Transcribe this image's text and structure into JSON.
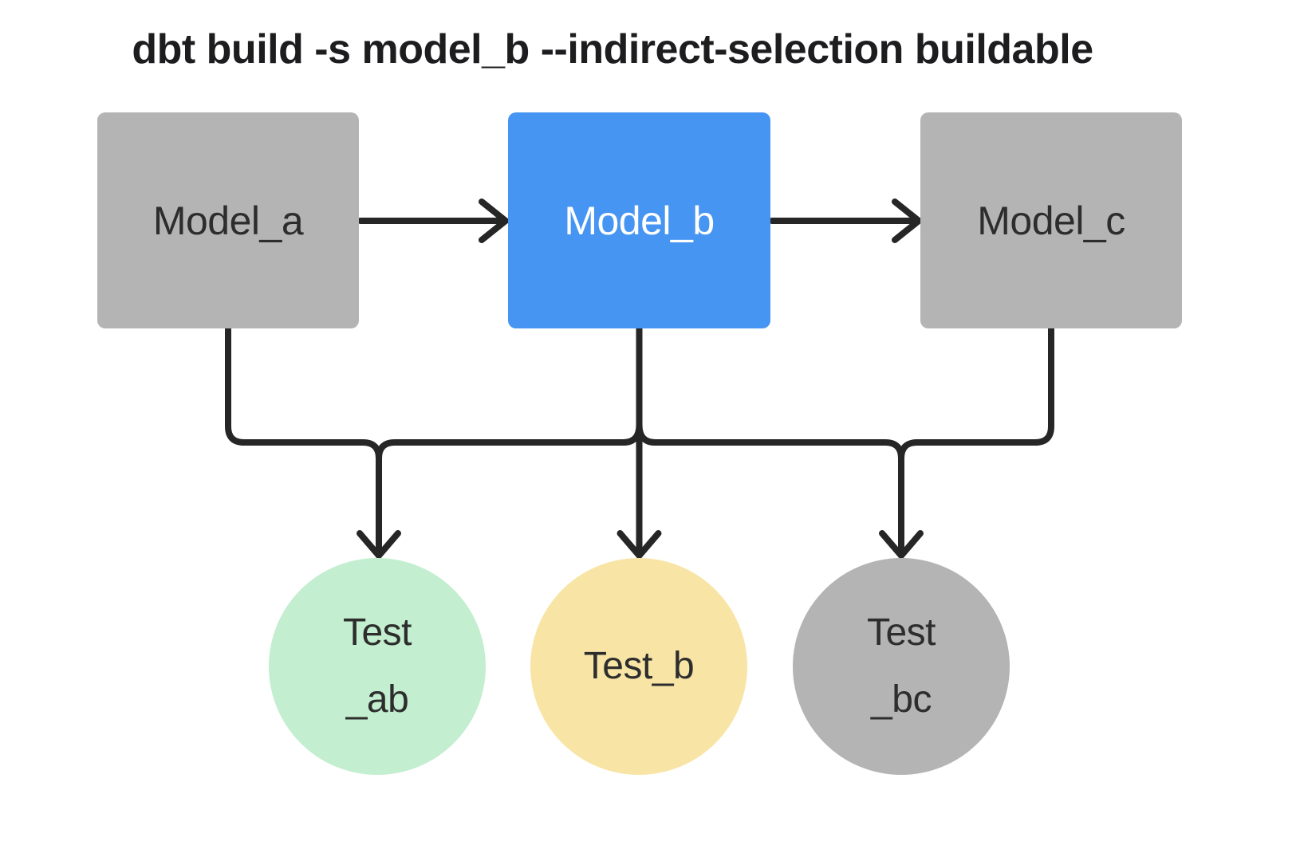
{
  "title": "dbt build -s model_b --indirect-selection buildable",
  "nodes": {
    "model_a": {
      "label": "Model_a",
      "type": "model",
      "selected": false,
      "color": "#b4b4b4",
      "text_color": "#2d2d2d"
    },
    "model_b": {
      "label": "Model_b",
      "type": "model",
      "selected": true,
      "color": "#4795f2",
      "text_color": "#ffffff"
    },
    "model_c": {
      "label": "Model_c",
      "type": "model",
      "selected": false,
      "color": "#b4b4b4",
      "text_color": "#2d2d2d"
    },
    "test_ab": {
      "label": "Test_ab",
      "lines": [
        "Test",
        "_ab"
      ],
      "type": "test",
      "color": "#c3eecf"
    },
    "test_b": {
      "label": "Test_b",
      "lines": [
        "Test_b"
      ],
      "type": "test",
      "color": "#f8e5a6"
    },
    "test_bc": {
      "label": "Test_bc",
      "lines": [
        "Test",
        "_bc"
      ],
      "type": "test",
      "color": "#b4b4b4"
    }
  },
  "edges": [
    {
      "from": "Model_a",
      "to": "Model_b"
    },
    {
      "from": "Model_b",
      "to": "Model_c"
    },
    {
      "from": "Model_a",
      "to": "Test_ab"
    },
    {
      "from": "Model_b",
      "to": "Test_ab"
    },
    {
      "from": "Model_b",
      "to": "Test_b"
    },
    {
      "from": "Model_b",
      "to": "Test_bc"
    },
    {
      "from": "Model_c",
      "to": "Test_bc"
    }
  ],
  "colors": {
    "background": "#ffffff",
    "arrow": "#262626",
    "selected_model_blue": "#4795f2",
    "unselected_gray": "#b4b4b4",
    "test_green": "#c3eecf",
    "test_yellow": "#f8e5a6",
    "title_text": "#1d1d1f",
    "label_text_dark": "#2d2d2d",
    "label_text_light": "#ffffff"
  }
}
